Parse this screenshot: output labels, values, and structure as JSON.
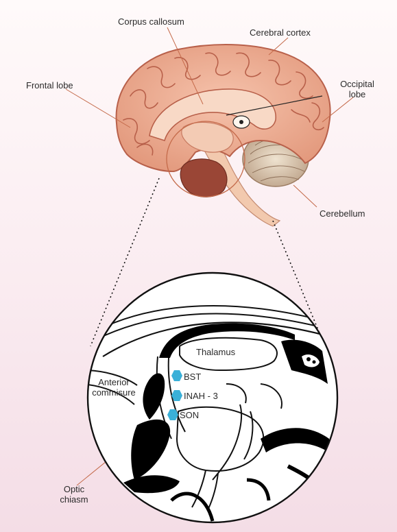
{
  "labels": {
    "corpus_callosum": "Corpus callosum",
    "cerebral_cortex": "Cerebral cortex",
    "frontal_lobe": "Frontal lobe",
    "occipital_lobe": "Occipital\nlobe",
    "cerebellum": "Cerebellum",
    "thalamus": "Thalamus",
    "anterior_commisure": "Anterior\ncommisure",
    "bst": "BST",
    "inah3": "INAH - 3",
    "son": "SON",
    "optic_chiasm": "Optic\nchiasm"
  },
  "colors": {
    "brain_fill": "#eeaa8e",
    "brain_stroke": "#b8604a",
    "deep_brown": "#8a3d2b",
    "cerebellum_fill": "#d8c7b0",
    "leader_line": "#c46a4a",
    "nucleus_marker": "#3ab0d8",
    "outline": "#111111",
    "ventricle": "#000000"
  },
  "icons": {
    "nucleus_marker": "hexagon-icon"
  }
}
